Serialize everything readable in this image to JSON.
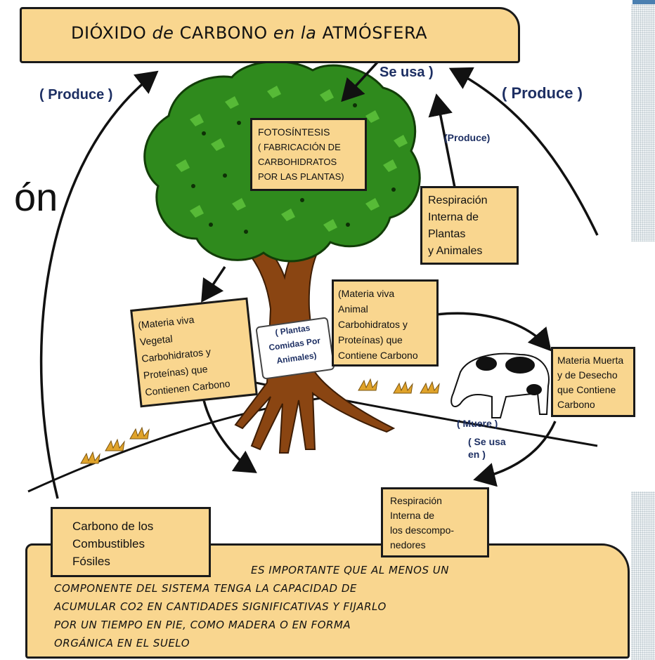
{
  "header": {
    "title_a": "DIÓXIDO ",
    "title_de": "de",
    "title_b": " CARBONO ",
    "title_en": "en la",
    "title_c": " ATMÓSFERA"
  },
  "slide_fragment": "ón",
  "labels": {
    "produce_left": "( Produce )",
    "produce_right": "( Produce )",
    "se_usa": "Se usa )",
    "produce_small": "(Produce)",
    "plantas_comidas": [
      "( Plantas",
      "Comidas Por",
      "Animales)"
    ],
    "muere": "( Muere )",
    "se_usa_en": [
      "( Se usa",
      "en )"
    ]
  },
  "boxes": {
    "fotosintesis": [
      "FOTOSÍNTESIS",
      "( FABRICACIÓN DE",
      "CARBOHIDRATOS",
      "POR LAS PLANTAS)"
    ],
    "resp_plantas": [
      "Respiración",
      "Interna de",
      "Plantas",
      "y Animales"
    ],
    "materia_vegetal": [
      "(Materia viva",
      "Vegetal",
      "Carbohidratos y",
      "Proteínas) que",
      "Contienen Carbono"
    ],
    "materia_animal": [
      "(Materia viva",
      "Animal",
      "Carbohidratos y",
      "Proteínas) que",
      "Contiene Carbono"
    ],
    "materia_muerta": [
      "Materia Muerta",
      "y de Desecho",
      "que Contiene",
      "Carbono"
    ],
    "resp_descomp": [
      "Respiración",
      "Interna de",
      "los descompo-",
      "nedores"
    ],
    "combustibles": [
      "Carbono de los",
      "Combustibles",
      "Fósiles"
    ]
  },
  "footer": {
    "lines": [
      "ES IMPORTANTE QUE AL MENOS UN",
      "COMPONENTE   DEL SISTEMA TENGA LA CAPACIDAD DE",
      "ACUMULAR CO2 EN CANTIDADES SIGNIFICATIVAS Y FIJARLO",
      "POR UN TIEMPO EN PIE, COMO MADERA O EN FORMA",
      "ORGÁNICA EN EL SUELO"
    ]
  },
  "colors": {
    "box_fill": "#f9d68f",
    "label_text": "#1d2f63",
    "foliage": "#2f8a1d",
    "trunk": "#8a4512"
  }
}
